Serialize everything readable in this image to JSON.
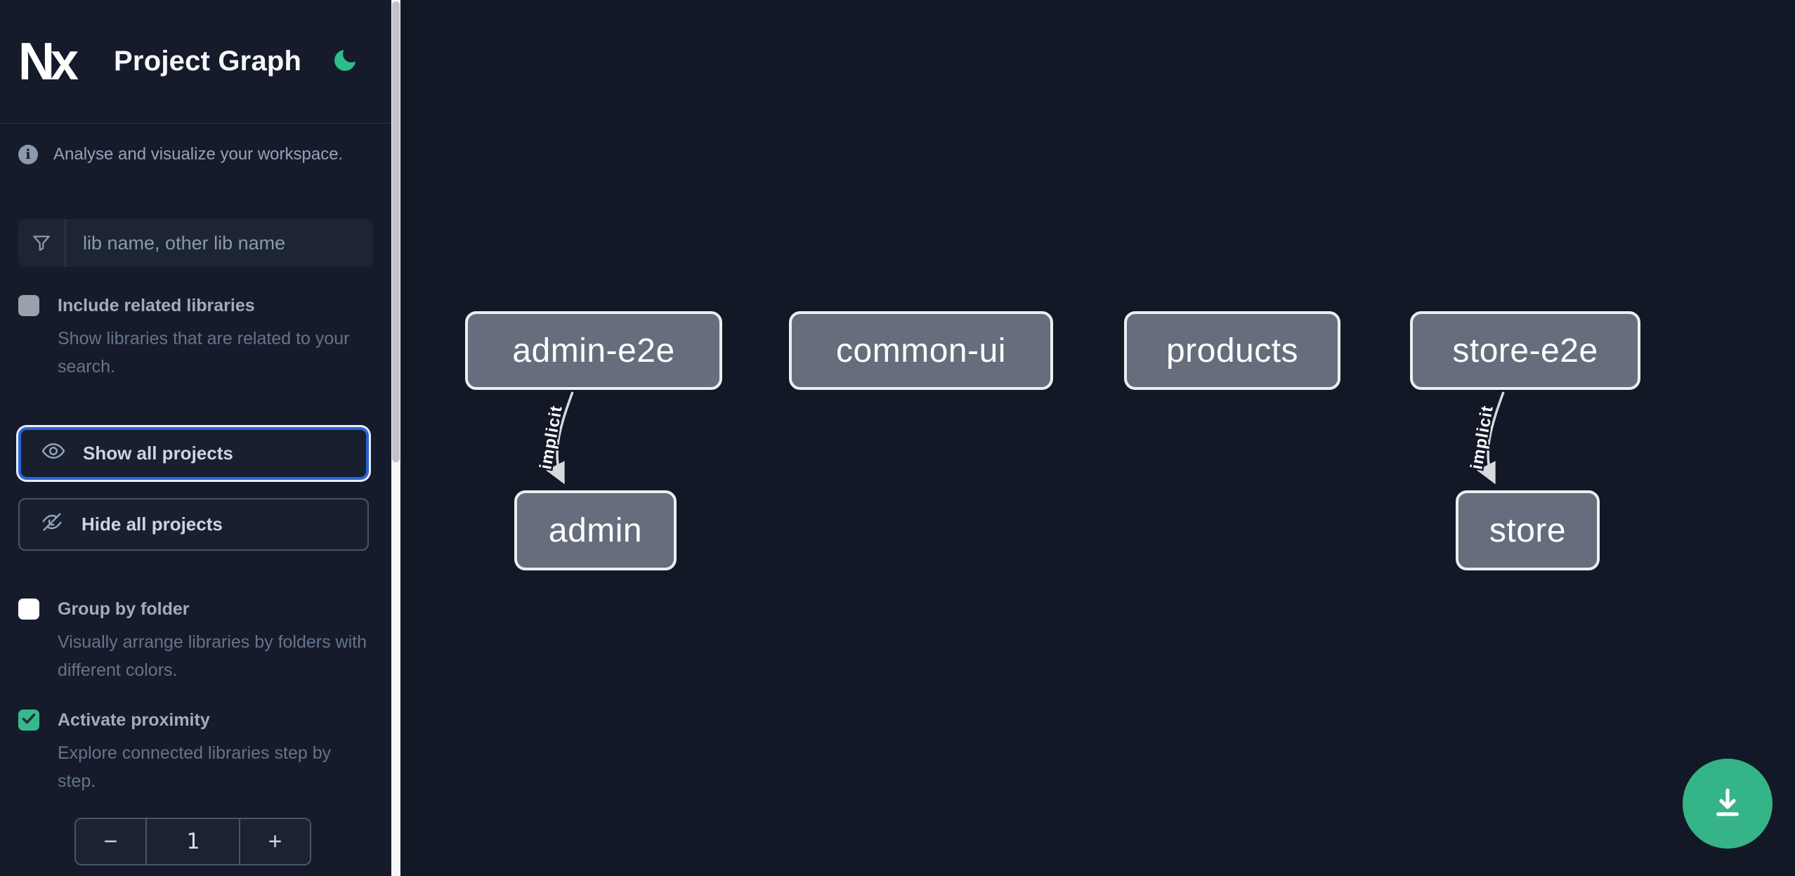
{
  "header": {
    "logo_text": "Nx",
    "title": "Project Graph"
  },
  "sidebar": {
    "tagline": "Analyse and visualize your workspace.",
    "search": {
      "placeholder": "lib name, other lib name"
    },
    "include_related": {
      "label": "Include related libraries",
      "description": "Show libraries that are related to your search.",
      "checked": false
    },
    "show_all_label": "Show all projects",
    "hide_all_label": "Hide all projects",
    "group_by_folder": {
      "label": "Group by folder",
      "description": "Visually arrange libraries by folders with different colors.",
      "checked": false
    },
    "activate_proximity": {
      "label": "Activate proximity",
      "description": "Explore connected libraries step by step.",
      "checked": true
    },
    "proximity_stepper": {
      "decrement_label": "−",
      "value": "1",
      "increment_label": "+"
    }
  },
  "graph": {
    "nodes": [
      {
        "id": "admin-e2e",
        "label": "admin-e2e"
      },
      {
        "id": "common-ui",
        "label": "common-ui"
      },
      {
        "id": "products",
        "label": "products"
      },
      {
        "id": "store-e2e",
        "label": "store-e2e"
      },
      {
        "id": "admin",
        "label": "admin"
      },
      {
        "id": "store",
        "label": "store"
      }
    ],
    "edges": [
      {
        "source": "admin-e2e",
        "target": "admin",
        "label": "implicit"
      },
      {
        "source": "store-e2e",
        "target": "store",
        "label": "implicit"
      }
    ]
  },
  "colors": {
    "accent_green": "#2ebd8d",
    "focus_blue": "#2b63d9",
    "node_fill": "#666e7d",
    "canvas_background": "#121826",
    "sidebar_background": "#151b2b"
  }
}
